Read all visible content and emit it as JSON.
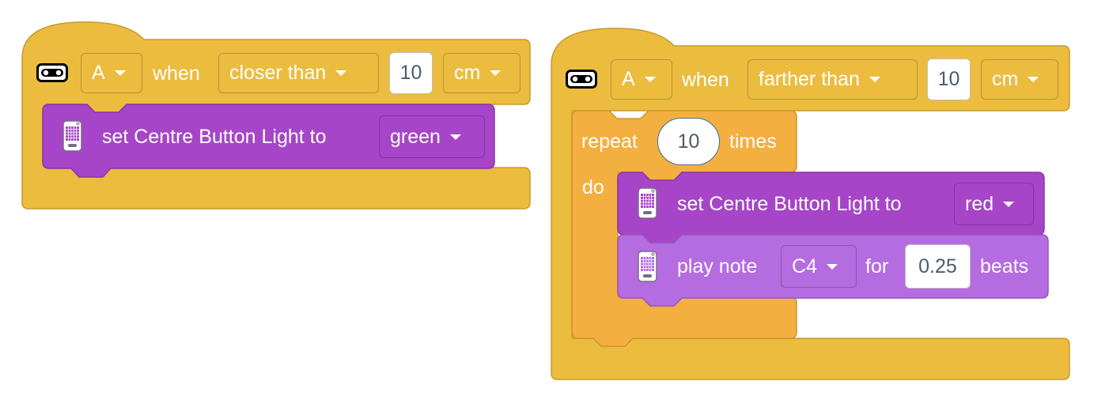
{
  "colors": {
    "event_block": "#ECBC3F",
    "event_border": "#C69A2E",
    "control_block": "#F3AF40",
    "control_border": "#CF922E",
    "light_block": "#A745C8",
    "light_border": "#8A34A8",
    "sound_block": "#B46CE0",
    "sound_border": "#9456BC"
  },
  "icons": {
    "sensor": "distance-sensor-icon",
    "hub": "hub-icon"
  },
  "block1": {
    "port": "A",
    "when": "when",
    "condition": "closer than",
    "distance": "10",
    "unit": "cm",
    "set_label": "set Centre Button Light to",
    "color": "green"
  },
  "block2": {
    "port": "A",
    "when": "when",
    "condition": "farther than",
    "distance": "10",
    "unit": "cm",
    "repeat_label": "repeat",
    "repeat_count": "10",
    "times_label": "times",
    "do_label": "do",
    "set_label": "set Centre Button Light to",
    "color": "red",
    "play_label": "play note",
    "note": "C4",
    "for_label": "for",
    "beats_value": "0.25",
    "beats_label": "beats"
  }
}
